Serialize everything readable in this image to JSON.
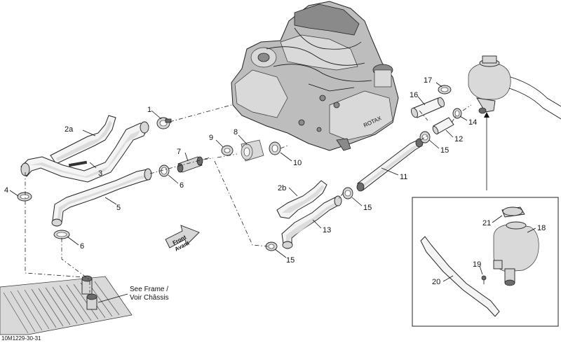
{
  "labels": {
    "p1": "1",
    "p2a": "2a",
    "p2b": "2b",
    "p3": "3",
    "p4": "4",
    "p5": "5",
    "p6a": "6",
    "p6b": "6",
    "p7": "7",
    "p8": "8",
    "p9": "9",
    "p10": "10",
    "p11": "11",
    "p12": "12",
    "p13": "13",
    "p14": "14",
    "p15a": "15",
    "p15b": "15",
    "p15c": "15",
    "p16": "16",
    "p17": "17",
    "p18": "18",
    "p19": "19",
    "p20": "20",
    "p21": "21"
  },
  "front_arrow": {
    "line1": "Front",
    "line2": "Avant"
  },
  "frame_note": {
    "line1": "See Frame /",
    "line2": "Voir Châssis"
  },
  "diagram_code": "10M1229-30-31"
}
